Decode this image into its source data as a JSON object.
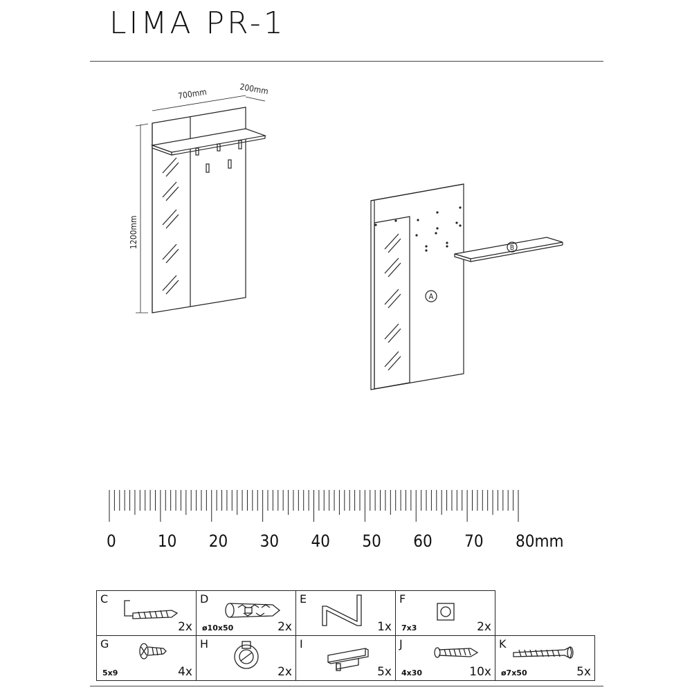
{
  "title": "LIMA PR-1",
  "dimensions": {
    "width": "700mm",
    "depth": "200mm",
    "height": "1200mm"
  },
  "assembly_labels": {
    "panel": "A",
    "shelf": "B"
  },
  "ruler": {
    "ticks": [
      "0",
      "10",
      "20",
      "30",
      "40",
      "50",
      "60",
      "70",
      "80mm"
    ]
  },
  "parts": [
    {
      "letter": "C",
      "size": "",
      "qty": "2x",
      "icon": "hook-screw-icon"
    },
    {
      "letter": "D",
      "size": "ø10x50",
      "qty": "2x",
      "icon": "wall-plug-icon"
    },
    {
      "letter": "E",
      "size": "",
      "qty": "1x",
      "icon": "allen-key-icon"
    },
    {
      "letter": "F",
      "size": "7x3",
      "qty": "2x",
      "icon": "pad-icon"
    },
    {
      "letter": "G",
      "size": "5x9",
      "qty": "4x",
      "icon": "short-screw-icon"
    },
    {
      "letter": "H",
      "size": "",
      "qty": "2x",
      "icon": "cam-lock-icon"
    },
    {
      "letter": "I",
      "size": "",
      "qty": "5x",
      "icon": "coat-hook-icon"
    },
    {
      "letter": "J",
      "size": "4x30",
      "qty": "10x",
      "icon": "wood-screw-icon"
    },
    {
      "letter": "K",
      "size": "ø7x50",
      "qty": "5x",
      "icon": "long-screw-icon"
    }
  ]
}
